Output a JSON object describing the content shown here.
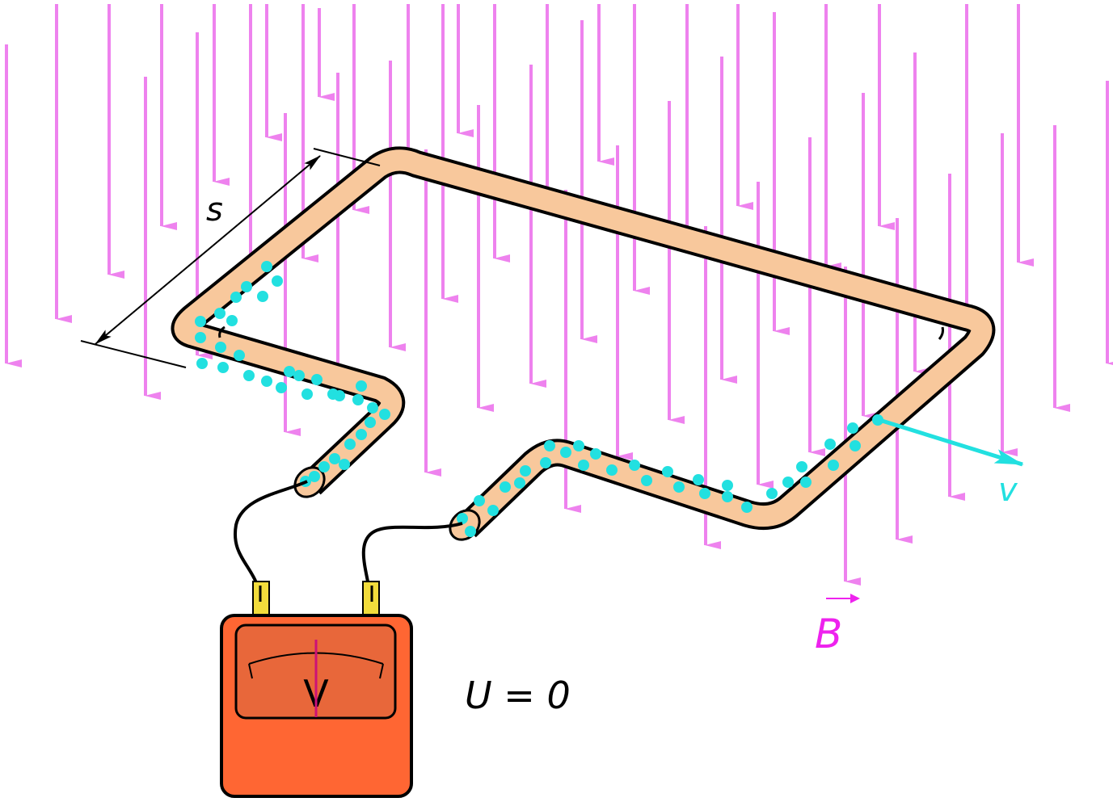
{
  "labels": {
    "s": "s",
    "v": "v",
    "B": "B",
    "meter": "V",
    "reading": "U = 0"
  },
  "colors": {
    "field_arrow": "#ee82ee",
    "charge": "#22e0e0",
    "velocity": "#22e0e0",
    "tube": "#f8c89c",
    "meter_body": "#ff6633",
    "meter_face": "#e8673a",
    "terminal": "#f2dc3c",
    "needle": "#cc1177"
  },
  "icons": {
    "meter": "voltmeter-icon"
  }
}
